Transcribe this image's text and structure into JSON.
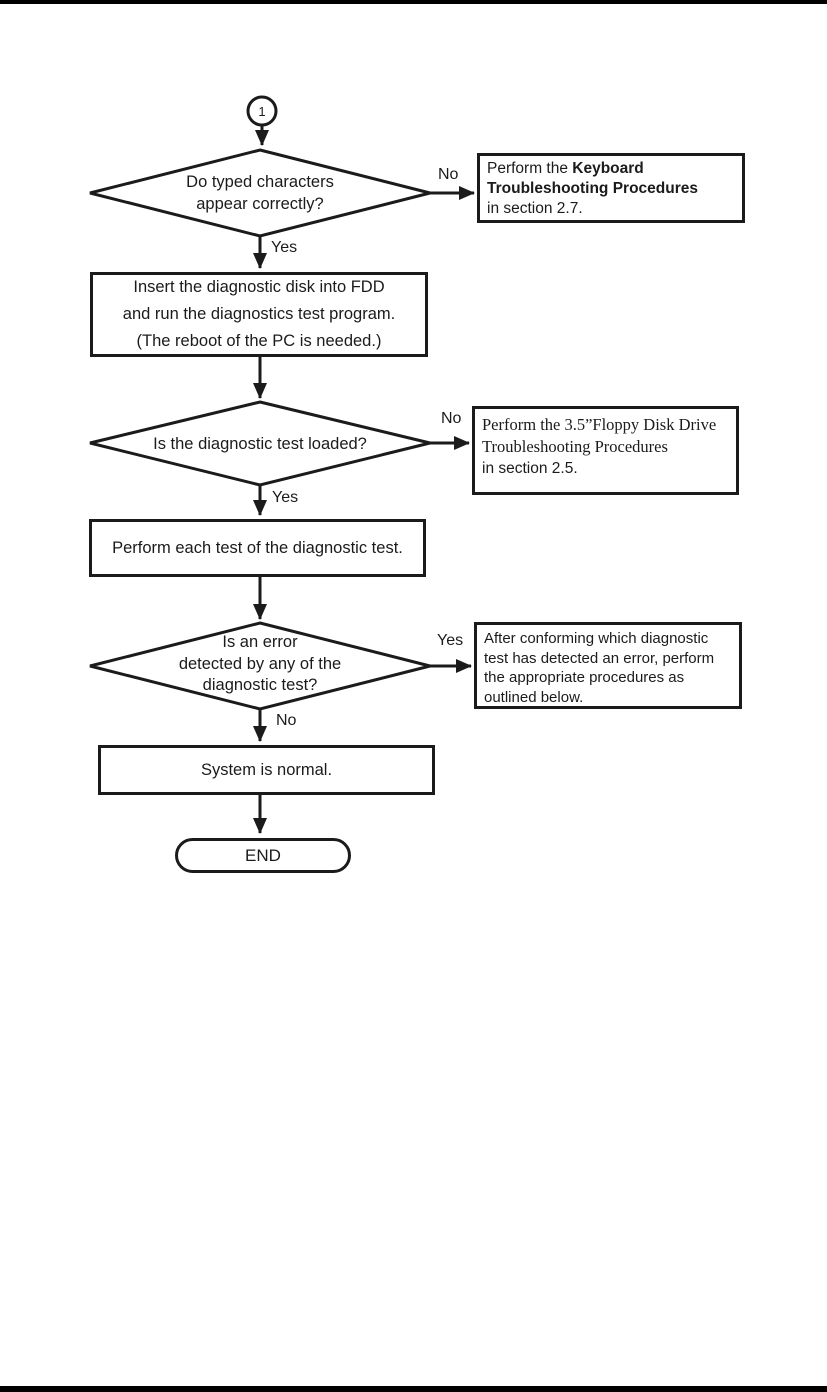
{
  "colors": {
    "ink": "#1b1b1b",
    "background": "#ffffff",
    "scan_edge_bar": "#000000"
  },
  "flowchart": {
    "connector": {
      "label": "1"
    },
    "diamond_typed": {
      "line1": "Do typed characters",
      "line2": "appear correctly?"
    },
    "box_keyboard": {
      "line1_normal": "Perform the ",
      "line1_bold": "Keyboard",
      "line2_bold": "Troubleshooting Procedures",
      "line3": "in section 2.7."
    },
    "box_fdd": {
      "line1": "Insert the diagnostic disk into FDD",
      "line2": "and run the diagnostics test program.",
      "line3": "(The reboot of the PC is needed.)"
    },
    "diamond_loaded": {
      "line1": "Is the diagnostic test loaded?"
    },
    "box_floppy": {
      "line1": "Perform the 3.5”Floppy Disk Drive",
      "line2": "Troubleshooting Procedures",
      "line3": "in section 2.5."
    },
    "box_each_test": {
      "line1": "Perform each test of the diagnostic test."
    },
    "diamond_error": {
      "line1": "Is an error",
      "line2": "detected by any of the",
      "line3": "diagnostic test?"
    },
    "box_error": {
      "line1": "After conforming which diagnostic",
      "line2": "test has detected an error, perform",
      "line3": "the appropriate procedures as",
      "line4": "outlined below."
    },
    "box_system_normal": {
      "line1": "System is normal."
    },
    "terminal_end": {
      "label": "END"
    },
    "edges": {
      "d1_no": "No",
      "d1_yes": "Yes",
      "d2_no": "No",
      "d2_yes": "Yes",
      "d3_yes": "Yes",
      "d3_no": "No"
    }
  }
}
